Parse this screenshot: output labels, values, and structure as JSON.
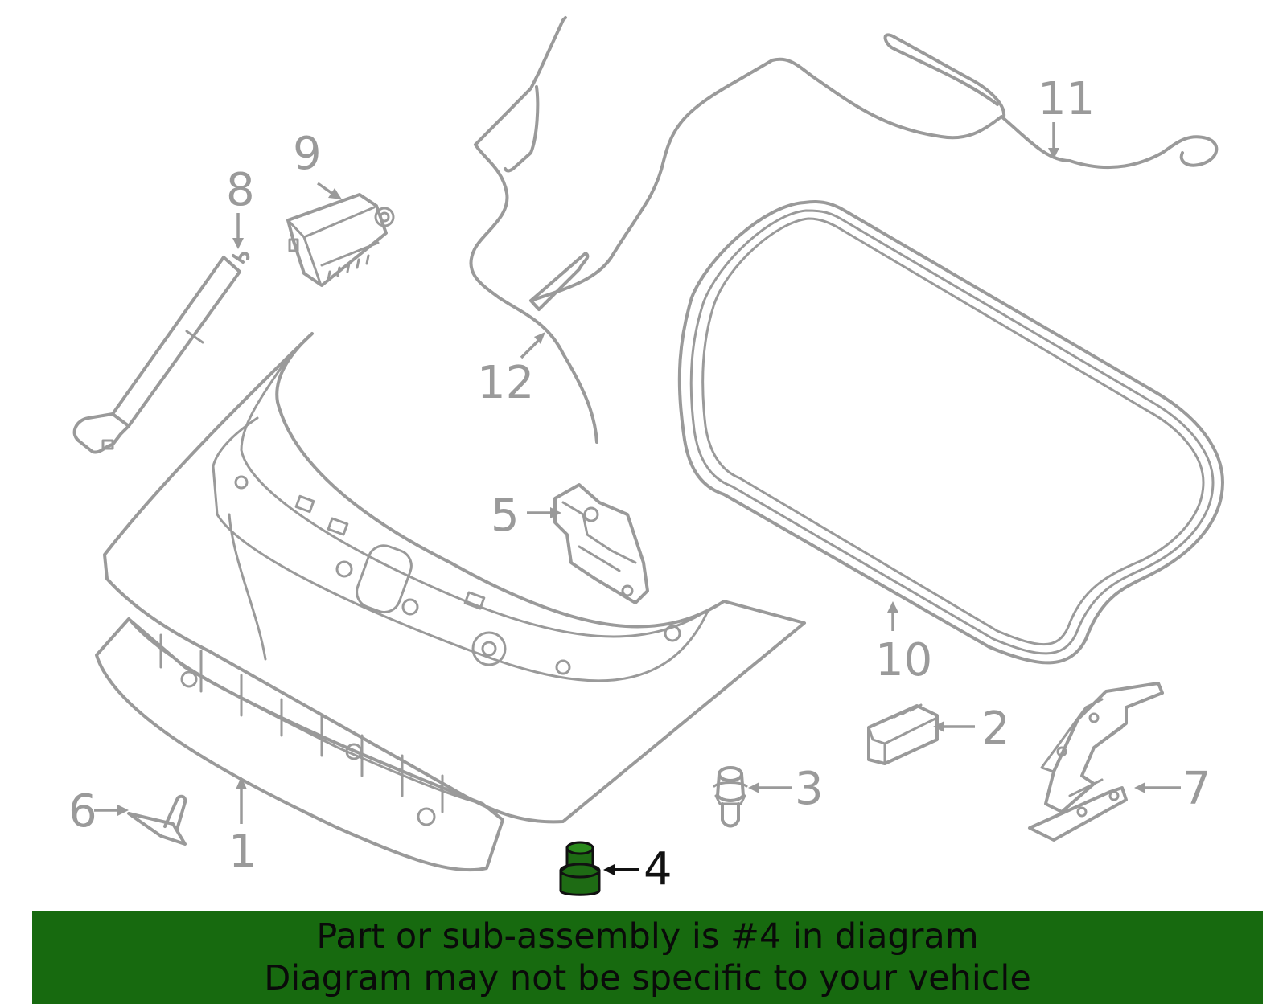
{
  "callouts": {
    "c1": "1",
    "c2": "2",
    "c3": "3",
    "c4": "4",
    "c5": "5",
    "c6": "6",
    "c7": "7",
    "c8": "8",
    "c9": "9",
    "c10": "10",
    "c11": "11",
    "c12": "12"
  },
  "highlight": {
    "part": "4",
    "color": "#1e6b14"
  },
  "banner": {
    "line1": "Part or sub-assembly is #4 in diagram",
    "line2": "Diagram may not be specific to your vehicle",
    "background": "#176a0f"
  }
}
